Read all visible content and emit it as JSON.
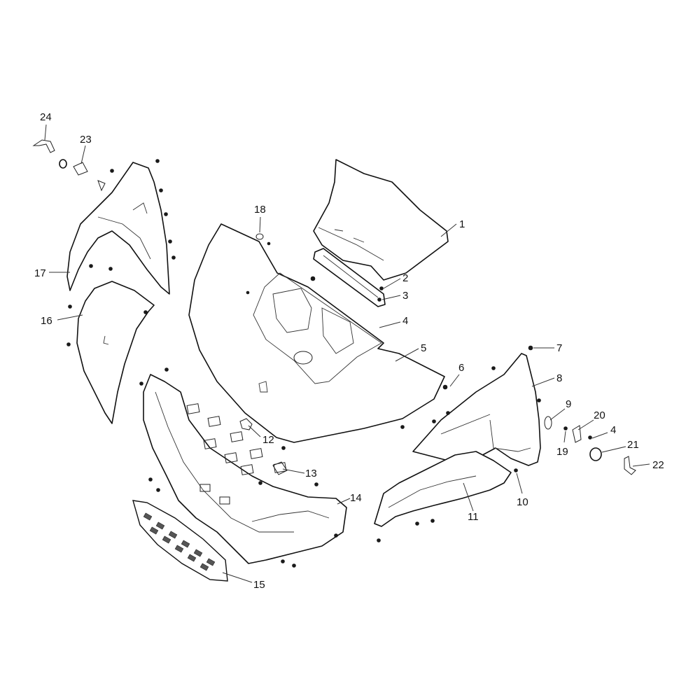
{
  "callouts": [
    {
      "id": "c1",
      "number": "1"
    },
    {
      "id": "c2",
      "number": "2"
    },
    {
      "id": "c3",
      "number": "3"
    },
    {
      "id": "c4a",
      "number": "4"
    },
    {
      "id": "c5",
      "number": "5"
    },
    {
      "id": "c6",
      "number": "6"
    },
    {
      "id": "c7",
      "number": "7"
    },
    {
      "id": "c8",
      "number": "8"
    },
    {
      "id": "c9",
      "number": "9"
    },
    {
      "id": "c10",
      "number": "10"
    },
    {
      "id": "c11",
      "number": "11"
    },
    {
      "id": "c12",
      "number": "12"
    },
    {
      "id": "c13",
      "number": "13"
    },
    {
      "id": "c14",
      "number": "14"
    },
    {
      "id": "c15",
      "number": "15"
    },
    {
      "id": "c16",
      "number": "16"
    },
    {
      "id": "c17",
      "number": "17"
    },
    {
      "id": "c18",
      "number": "18"
    },
    {
      "id": "c19",
      "number": "19"
    },
    {
      "id": "c20",
      "number": "20"
    },
    {
      "id": "c4b",
      "number": "4"
    },
    {
      "id": "c21",
      "number": "21"
    },
    {
      "id": "c22",
      "number": "22"
    },
    {
      "id": "c23",
      "number": "23"
    },
    {
      "id": "c24",
      "number": "24"
    }
  ]
}
